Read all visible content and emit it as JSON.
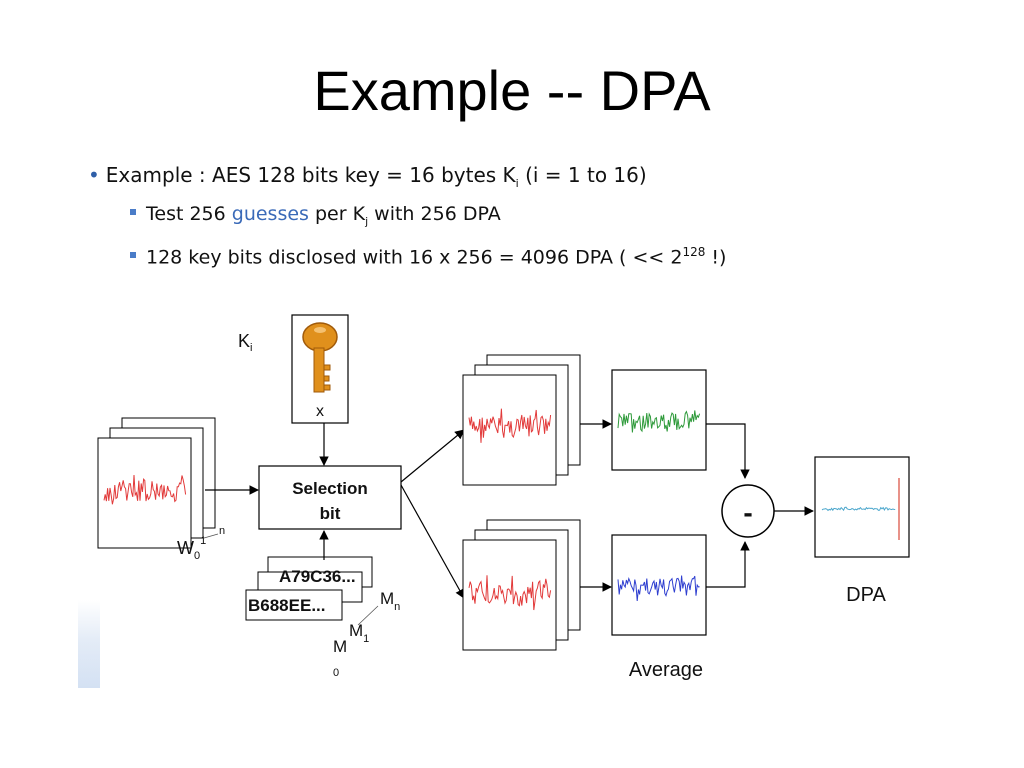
{
  "slide": {
    "title": "Example -- DPA",
    "bullet_main": {
      "pre": "Example : AES 128 bits key = 16 bytes K",
      "sub": "i",
      "post": " (i = 1 to 16)"
    },
    "sub_bullets": [
      {
        "pre": "Test 256 ",
        "link": "guesses",
        "mid": " per K",
        "sub": "j",
        "post": " with 256 DPA"
      },
      {
        "pre": "128 key bits disclosed with 16 x 256 = 4096 DPA ( << 2",
        "sup": "128",
        "post": " !)"
      }
    ]
  },
  "diagram": {
    "key_label": "K",
    "key_label_sub": "i",
    "key_box_text": "x",
    "selection_line1": "Selection",
    "selection_line2": "bit",
    "msg1": "A79C36...",
    "msg2": "B688EE...",
    "w_label": "W",
    "w_sub": "0",
    "w_sup": "1",
    "w_n": "n",
    "m_n": "M",
    "m_n_sub": "n",
    "m_1": "M",
    "m_1_sub": "1",
    "m_0": "M",
    "m_0_sub": "0",
    "minus": "-",
    "average_label": "Average",
    "dpa_label": "DPA",
    "colors": {
      "trace_input": "#e23a3a",
      "trace_red": "#e23a3a",
      "trace_green": "#2e9a3a",
      "trace_blue": "#2f3fd0",
      "trace_dpa": "#4aa6cc",
      "spike": "#d94a3a",
      "key": "#e0901c"
    }
  }
}
